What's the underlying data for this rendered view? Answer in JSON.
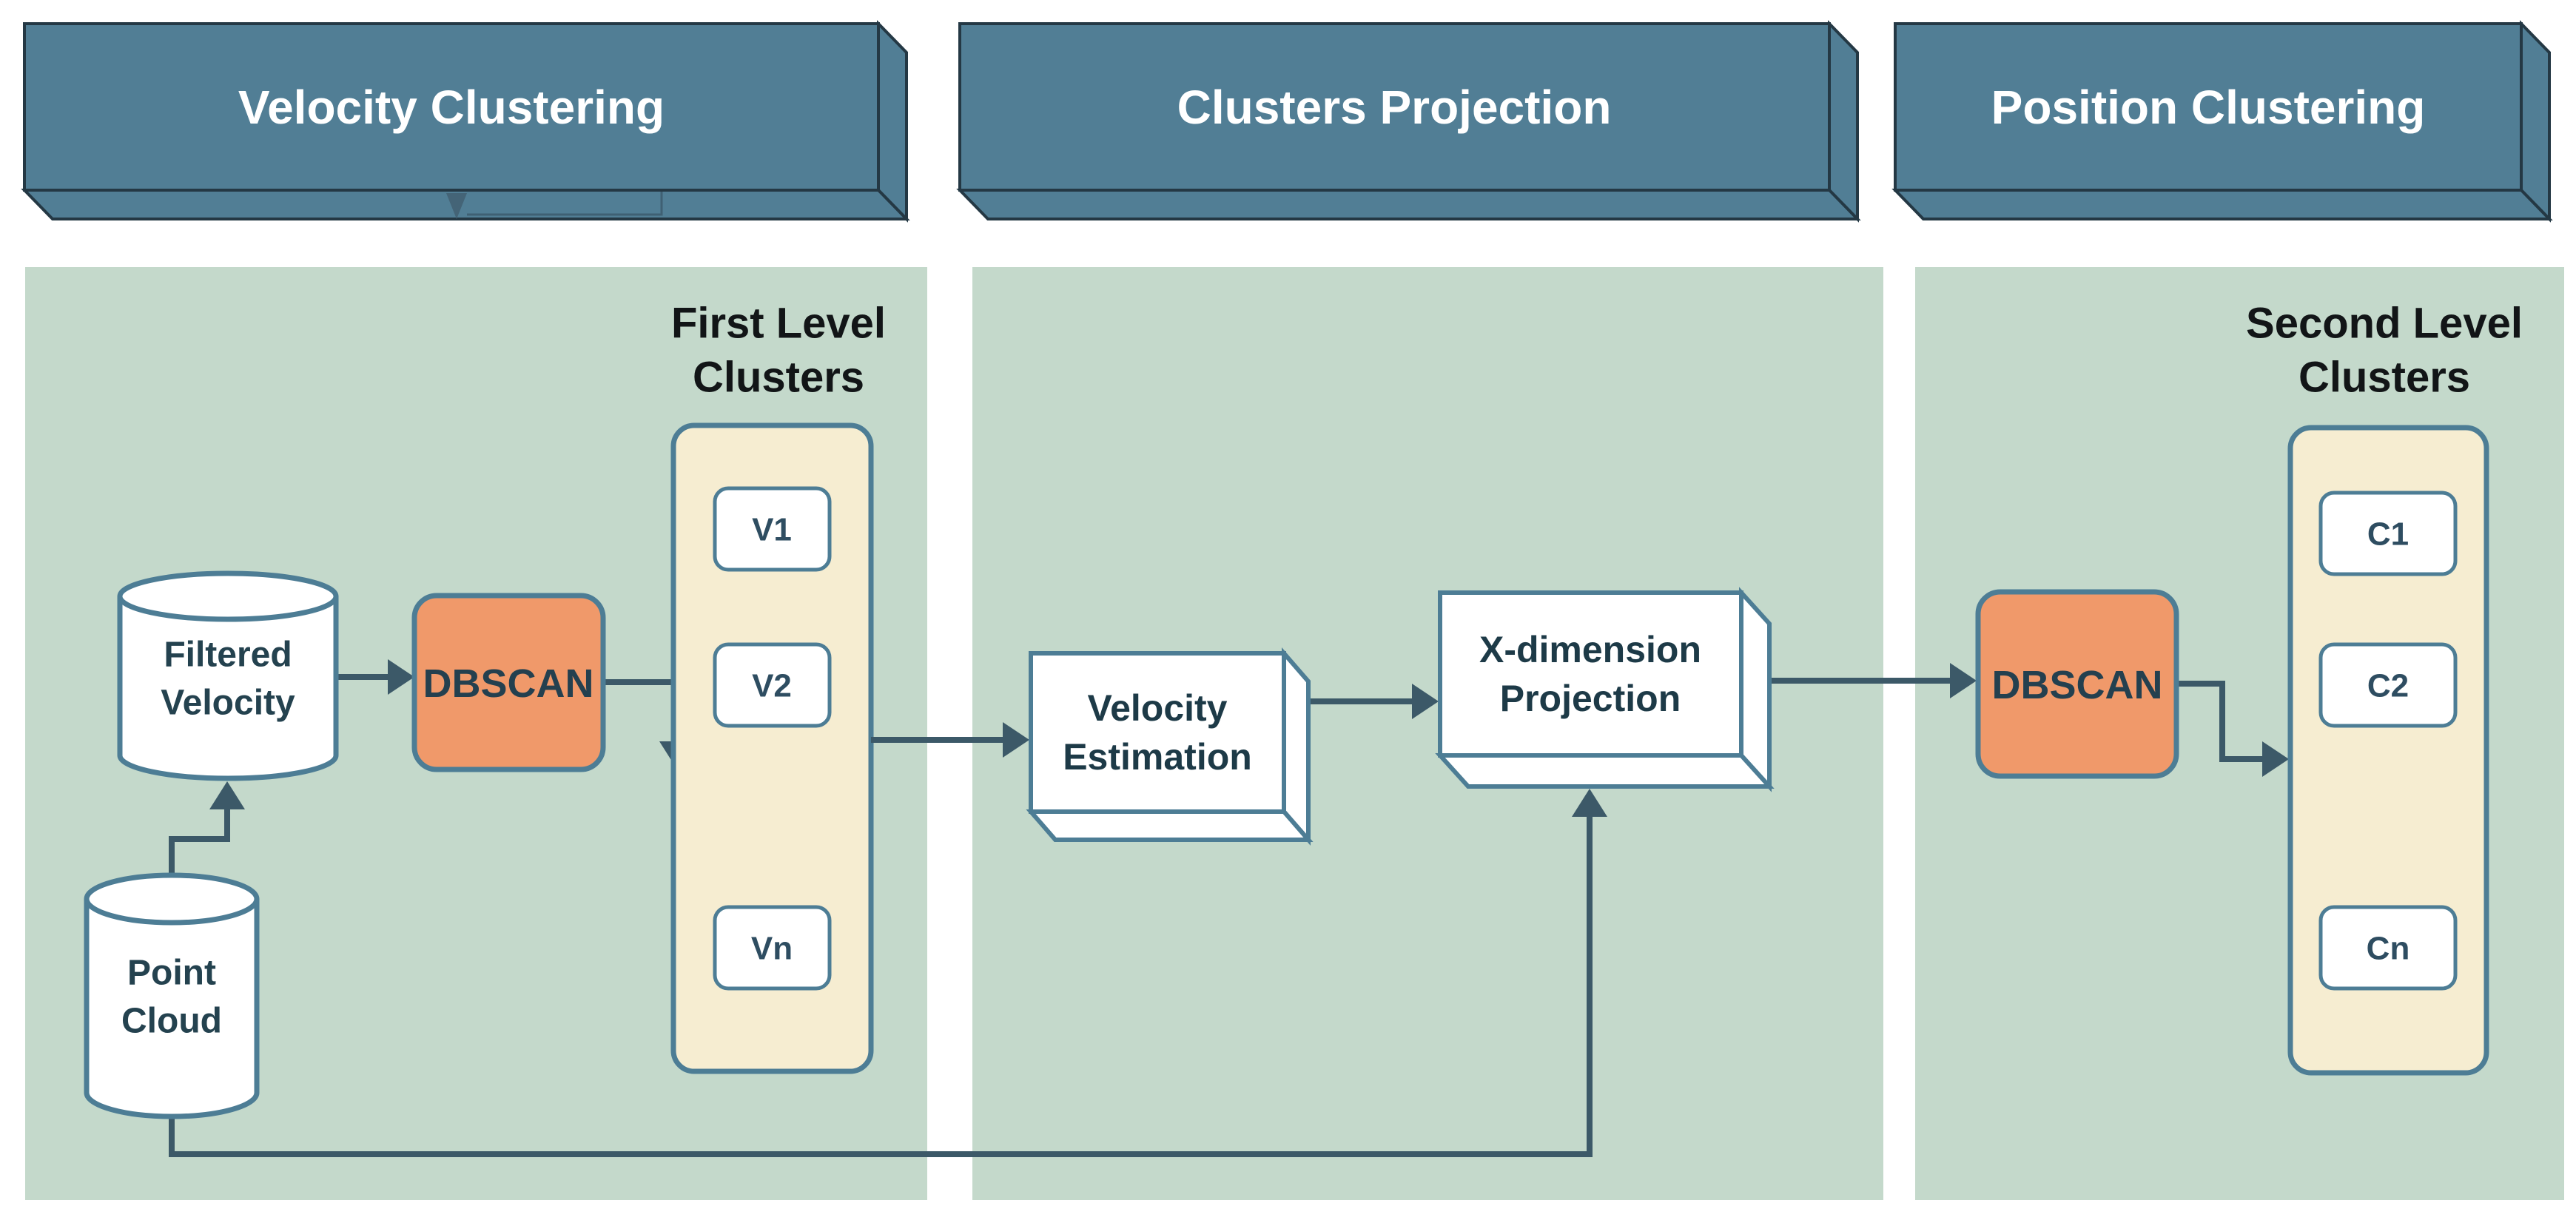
{
  "diagram": {
    "title_banners": [
      {
        "label": "Velocity Clustering"
      },
      {
        "label": "Clusters Projection"
      },
      {
        "label": "Position Clustering"
      }
    ],
    "panel1": {
      "clusters_label_line1": "First Level",
      "clusters_label_line2": "Clusters",
      "cluster_items": [
        "V1",
        "V2",
        "Vn"
      ],
      "filtered_velocity_line1": "Filtered",
      "filtered_velocity_line2": "Velocity",
      "dbscan_label": "DBSCAN",
      "point_cloud_line1": "Point",
      "point_cloud_line2": "Cloud"
    },
    "panel2": {
      "velocity_estimation_line1": "Velocity",
      "velocity_estimation_line2": "Estimation",
      "x_projection_line1": "X-dimension",
      "x_projection_line2": "Projection"
    },
    "panel3": {
      "clusters_label_line1": "Second Level",
      "clusters_label_line2": "Clusters",
      "dbscan_label": "DBSCAN",
      "cluster_items": [
        "C1",
        "C2",
        "Cn"
      ]
    },
    "colors": {
      "banner_blue": "#517e95",
      "banner_edge": "#243844",
      "panel_green": "#c4d9cb",
      "container_cream": "#f6edd1",
      "node_border_steel": "#4d7d95",
      "dbscan_orange": "#f0996a",
      "connector_slate": "#3c5968",
      "text_dark": "#121517",
      "text_slate": "#2b4a5e",
      "node_white": "#ffffff"
    }
  }
}
